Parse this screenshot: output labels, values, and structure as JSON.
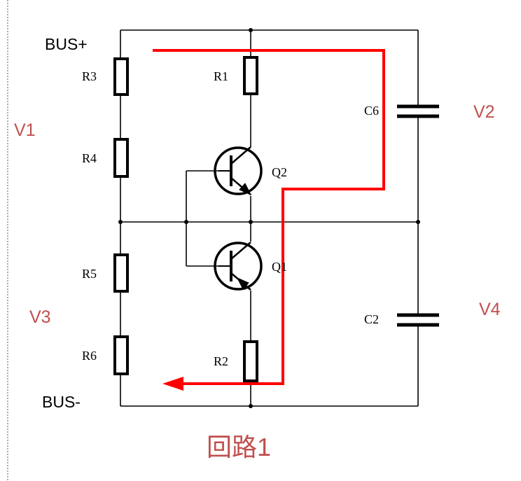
{
  "bus_labels": {
    "positive": "BUS+",
    "negative": "BUS-"
  },
  "resistors": {
    "r1": "R1",
    "r2": "R2",
    "r3": "R3",
    "r4": "R4",
    "r5": "R5",
    "r6": "R6"
  },
  "transistors": {
    "q1": "Q1",
    "q2": "Q2"
  },
  "capacitors": {
    "c6": "C6",
    "c2": "C2"
  },
  "voltages": {
    "v1": "V1",
    "v2": "V2",
    "v3": "V3",
    "v4": "V4"
  },
  "caption": "回路1",
  "colors": {
    "wire": "#000000",
    "loop_path": "#ff0000",
    "voltage_label": "#c0504d",
    "caption": "#c0504d",
    "border": "#555555"
  }
}
